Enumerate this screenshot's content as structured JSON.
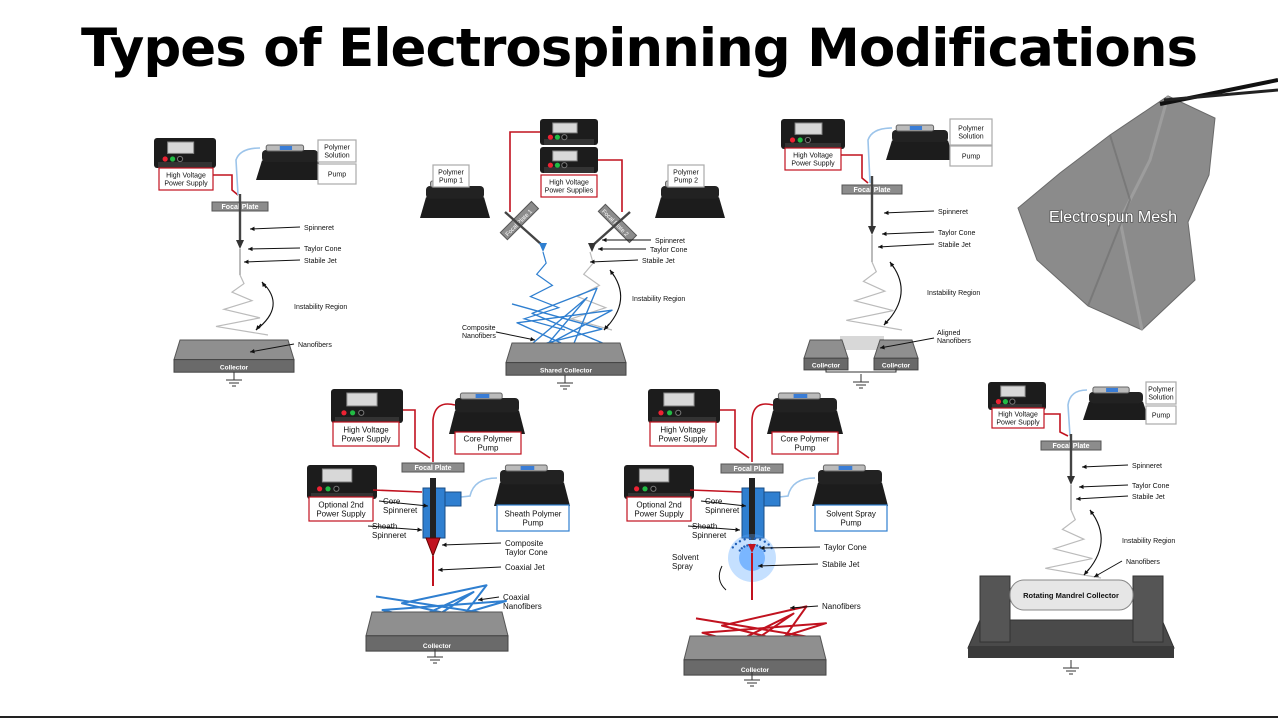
{
  "title": "Types of Electrospinning Modifications",
  "colors": {
    "red": "#c1121f",
    "blue": "#2f7fd0",
    "device": "#1c1c1c",
    "frame": "#555555"
  },
  "mesh_label": "Electrospun Mesh",
  "panels": {
    "p1": {
      "hv": [
        "High Voltage",
        "Power Supply"
      ],
      "poly1": "Polymer",
      "poly2": "Solution",
      "pump": "Pump",
      "focal": "Focal Plate",
      "spinneret": "Spinneret",
      "taylor": "Taylor Cone",
      "jet": "Stabile Jet",
      "instability": "Instability Region",
      "nanofibers": "Nanofibers",
      "collector": "Collector"
    },
    "p2": {
      "pump1": [
        "Polymer",
        "Pump 1"
      ],
      "pump2": [
        "Polymer",
        "Pump 2"
      ],
      "hvs": [
        "High Voltage",
        "Power Supplies"
      ],
      "fp1": "Focal Plate 1",
      "fp2": "Focal Plate 2",
      "spinneret": "Spinneret",
      "taylor": "Taylor Cone",
      "jet": "Stabile Jet",
      "instability": "Instability Region",
      "composite": [
        "Composite",
        "Nanofibers"
      ],
      "collector": "Shared Collector"
    },
    "p3": {
      "hv": [
        "High Voltage",
        "Power Supply"
      ],
      "poly1": "Polymer",
      "poly2": "Solution",
      "pump": "Pump",
      "focal": "Focal Plate",
      "spinneret": "Spinneret",
      "taylor": "Taylor Cone",
      "jet": "Stabile Jet",
      "instability": "Instability Region",
      "aligned": [
        "Aligned",
        "Nanofibers"
      ],
      "collector_l": "Collector",
      "collector_r": "Collector"
    },
    "p4": {
      "hv": [
        "High Voltage",
        "Power Supply"
      ],
      "core_pump": [
        "Core Polymer",
        "Pump"
      ],
      "opt": [
        "Optional 2nd",
        "Power Supply"
      ],
      "sheath_pump": [
        "Sheath Polymer",
        "Pump"
      ],
      "focal": "Focal Plate",
      "core_spin": [
        "Core",
        "Spinneret"
      ],
      "sheath_spin": [
        "Sheath",
        "Spinneret"
      ],
      "composite_tc": [
        "Composite",
        "Taylor Cone"
      ],
      "coax_jet": "Coaxial Jet",
      "coax_fibers": [
        "Coaxial",
        "Nanofibers"
      ],
      "collector": "Collector"
    },
    "p5": {
      "hv": [
        "High Voltage",
        "Power Supply"
      ],
      "core_pump": [
        "Core Polymer",
        "Pump"
      ],
      "opt": [
        "Optional 2nd",
        "Power Supply"
      ],
      "spray_pump": [
        "Solvent Spray",
        "Pump"
      ],
      "focal": "Focal Plate",
      "core_spin": [
        "Core",
        "Spinneret"
      ],
      "sheath_spin": [
        "Sheath",
        "Spinneret"
      ],
      "spray": [
        "Solvent",
        "Spray"
      ],
      "taylor": "Taylor Cone",
      "jet": "Stabile Jet",
      "nanofibers": "Nanofibers",
      "collector": "Collector"
    },
    "p6": {
      "hv": [
        "High Voltage",
        "Power Supply"
      ],
      "poly1": "Polymer",
      "poly2": "Solution",
      "pump": "Pump",
      "focal": "Focal Plate",
      "spinneret": "Spinneret",
      "taylor": "Taylor Cone",
      "jet": "Stabile Jet",
      "instability": "Instability Region",
      "nanofibers": "Nanofibers",
      "collector": "Rotating Mandrel Collector"
    }
  }
}
